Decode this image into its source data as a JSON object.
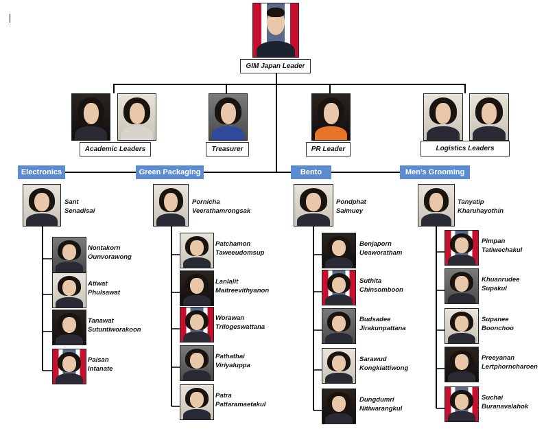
{
  "title_box": "GIM Japan Leader",
  "roles": {
    "academic": "Academic Leaders",
    "treasurer": "Treasurer",
    "pr": "PR Leader",
    "logistics": "Logistics Leaders"
  },
  "colors": {
    "tag_bg": "#5b8bd0",
    "line": "#000000"
  },
  "teams": [
    {
      "label": "Electronics",
      "lead": {
        "first": "Sant",
        "last": "Senadisai"
      },
      "members": [
        {
          "first": "Nontakorn",
          "last": "Ounvorawong"
        },
        {
          "first": "Atiwat",
          "last": "Phulsawat"
        },
        {
          "first": "Tanawat",
          "last": "Sutuntiworakoon"
        },
        {
          "first": "Paisan",
          "last": "Intanate"
        }
      ]
    },
    {
      "label": "Green Packaging",
      "lead": {
        "first": "Pornicha",
        "last": "Veerathamrongsak"
      },
      "members": [
        {
          "first": "Patchamon",
          "last": "Taweeudomsup"
        },
        {
          "first": "Lanlalit",
          "last": "Maitreevithyanon"
        },
        {
          "first": "Worawan",
          "last": "Trilogeswattana"
        },
        {
          "first": "Pathathai",
          "last": "Viriyaluppa"
        },
        {
          "first": "Patra",
          "last": "Pattaramaetakul"
        }
      ]
    },
    {
      "label": "Bento",
      "lead": {
        "first": "Pondphat",
        "last": "Saimuey"
      },
      "members": [
        {
          "first": "Benjaporn",
          "last": "Ueaworatham"
        },
        {
          "first": "Suthita",
          "last": "Chinsomboon"
        },
        {
          "first": "Budsadee",
          "last": "Jirakunpattana"
        },
        {
          "first": "Sarawud",
          "last": "Kongkiattiwong"
        },
        {
          "first": "Dungdumri",
          "last": "Nitiwarangkul"
        }
      ]
    },
    {
      "label": "Men’s Grooming",
      "lead": {
        "first": "Tanyatip",
        "last": "Kharuhayothin"
      },
      "members": [
        {
          "first": "Pimpan",
          "last": "Tatiwechakul"
        },
        {
          "first": "Khuanrudee",
          "last": "Supakul"
        },
        {
          "first": "Supanee",
          "last": "Boonchoo"
        },
        {
          "first": "Preeyanan",
          "last": "Lertphorncharoen"
        },
        {
          "first": "Suchai",
          "last": "Buranavalahok"
        }
      ]
    }
  ]
}
